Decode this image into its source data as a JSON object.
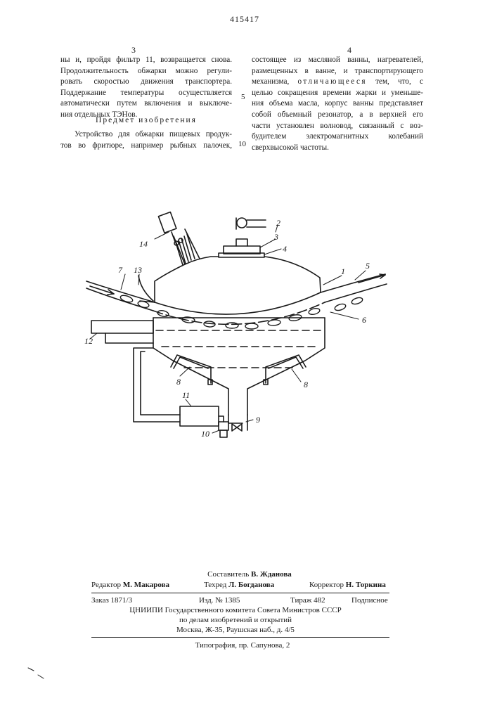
{
  "header": {
    "patent_number": "415417",
    "col_left_number": "3",
    "col_right_number": "4"
  },
  "left_column": {
    "lines": [
      "ны и, пройдя фильтр 11, возвращается снова.",
      "Продолжительность обжарки можно регули-",
      "ровать скоростью движения транспортера.",
      "Поддержание температуры осуществляется",
      "автоматически путем включения и выключе-",
      "ния отдельных ТЭНов."
    ],
    "heading": "Предмет изобретения",
    "claim_lines": [
      "Устройство для обжарки пищевых продук-",
      "тов во фритюре, например рыбных палочек,"
    ]
  },
  "right_column": {
    "lines_a": [
      "состоящее из масляной ванны, нагревателей,",
      "размещенных в ванне, и транспортирующего",
      "механизма,"
    ],
    "spaced_word": "отличающееся",
    "line3_tail": "тем, что, с",
    "lines_b": [
      "целью сокращения времени жарки и уменьше-",
      "ния объема масла, корпус ванны представляет",
      "собой объемный резонатор, а в верхней его",
      "части установлен волновод, связанный с воз-",
      "будителем электромагнитных колебаний",
      "сверхвысокой частоты."
    ]
  },
  "margin_numbers": [
    "5",
    "10"
  ],
  "figure_labels": {
    "l1": "1",
    "l2": "2",
    "l3": "3",
    "l4": "4",
    "l5": "5",
    "l6": "6",
    "l7": "7",
    "l8a": "8",
    "l8b": "8",
    "l9": "9",
    "l10": "10",
    "l11": "11",
    "l12": "12",
    "l13": "13",
    "l14": "14"
  },
  "credits": {
    "compiler_label": "Составитель",
    "compiler_name": "В. Жданова",
    "editor_label": "Редактор",
    "editor_name": "М. Макарова",
    "techred_label": "Техред",
    "techred_name": "Л. Богданова",
    "corrector_label": "Корректор",
    "corrector_name": "Н. Торкина",
    "order": "Заказ 1871/3",
    "edition": "Изд. № 1385",
    "circulation": "Тираж 482",
    "subscription": "Подписное",
    "institute_line1": "ЦНИИПИ Государственного комитета Совета Министров СССР",
    "institute_line2": "по делам изобретений и открытий",
    "institute_line3": "Москва, Ж-35, Раушская наб., д. 4/5",
    "printer": "Типография, пр. Сапунова, 2"
  }
}
